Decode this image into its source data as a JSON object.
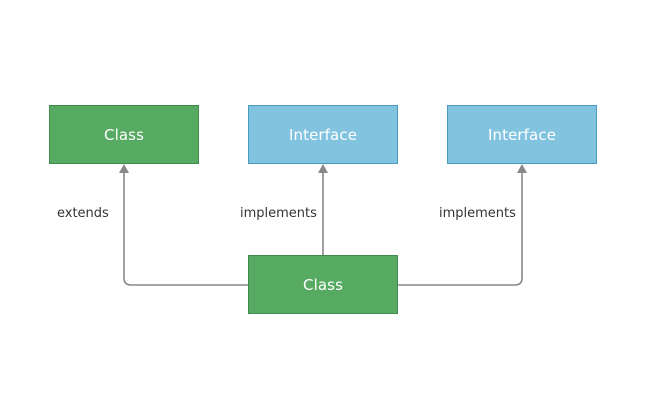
{
  "nodes": {
    "class_top": {
      "label": "Class"
    },
    "interface_1": {
      "label": "Interface"
    },
    "interface_2": {
      "label": "Interface"
    },
    "class_bottom": {
      "label": "Class"
    }
  },
  "edges": {
    "extends": {
      "label": "extends"
    },
    "implements_1": {
      "label": "implements"
    },
    "implements_2": {
      "label": "implements"
    }
  },
  "colors": {
    "class_fill": "#56aa62",
    "class_border": "#3f8a4c",
    "interface_fill": "#82c4df",
    "interface_border": "#4a9bbf",
    "connector": "#888888",
    "label_text": "#333333"
  }
}
